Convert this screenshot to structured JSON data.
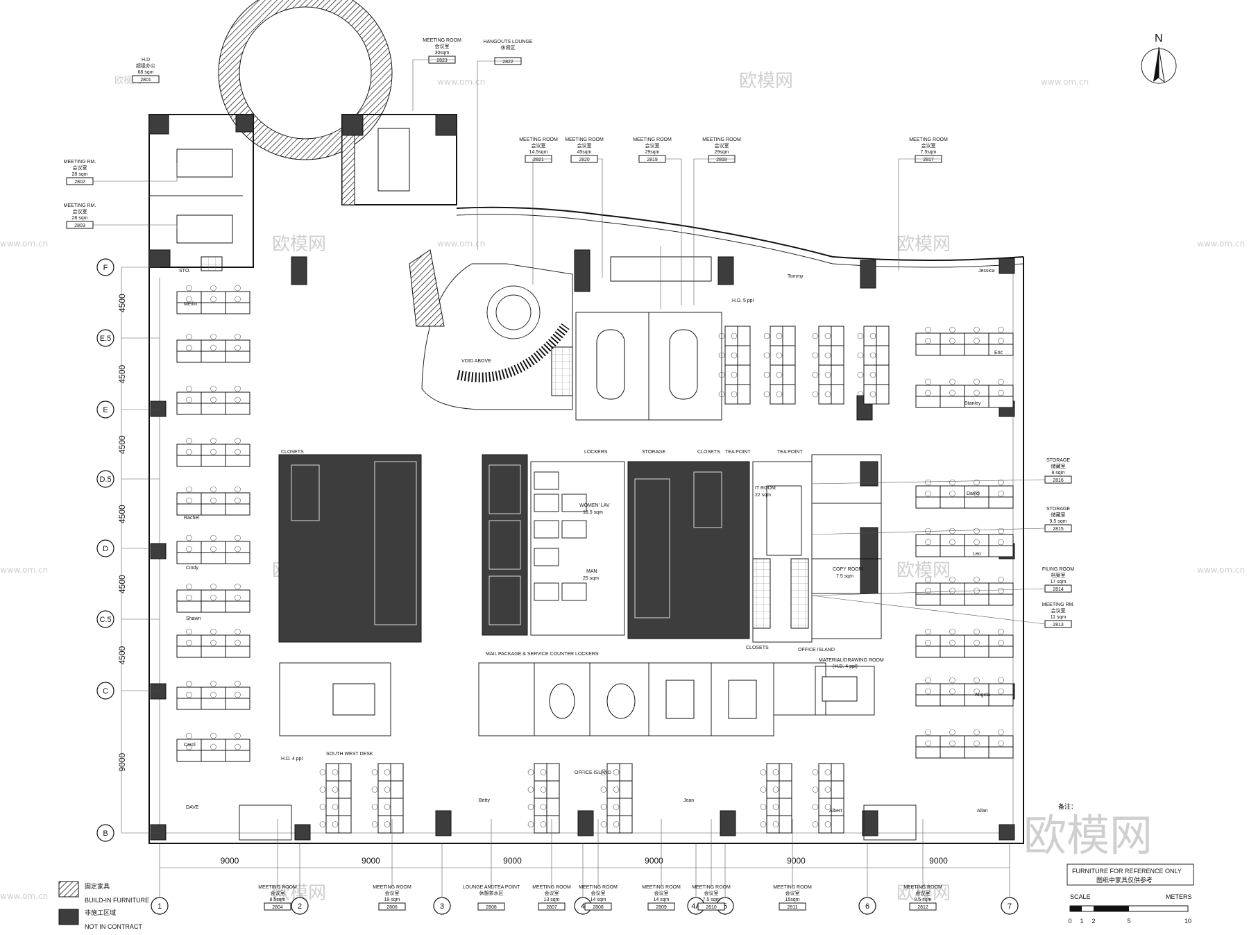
{
  "north": "N",
  "watermark_big": "欧模网",
  "watermark_small": "欧模网",
  "watermark_url": "www.om.cn",
  "grid_rows": [
    {
      "label": "F",
      "dim": "4500"
    },
    {
      "label": "E.5",
      "dim": "4500"
    },
    {
      "label": "E",
      "dim": "4500"
    },
    {
      "label": "D.5",
      "dim": "4500"
    },
    {
      "label": "D",
      "dim": "4500"
    },
    {
      "label": "C.5",
      "dim": "4500"
    },
    {
      "label": "C",
      "dim": "9000"
    },
    {
      "label": "B",
      "dim": ""
    }
  ],
  "grid_cols": [
    "1",
    "2",
    "3",
    "4",
    "4A",
    "5",
    "6",
    "7"
  ],
  "col_dims": [
    "9000",
    "9000",
    "9000",
    "9000",
    "9000",
    "9000"
  ],
  "rooms_top": [
    {
      "en": "H.D",
      "cn": "超级办公",
      "area": "68 sqm",
      "code": "2801"
    },
    {
      "en": "MEETING ROOM",
      "cn": "会议室",
      "area": "30sqm",
      "code": "2823"
    },
    {
      "en": "HANGOUTS LOUNGE",
      "cn": "休闲区",
      "area": "",
      "code": "2822"
    },
    {
      "en": "MEETING ROOM",
      "cn": "会议室",
      "area": "14.5sqm",
      "code": "2821"
    },
    {
      "en": "MEETING ROOM",
      "cn": "会议室",
      "area": "45sqm",
      "code": "2820"
    },
    {
      "en": "MEETING ROOM",
      "cn": "会议室",
      "area": "29sqm",
      "code": "2819"
    },
    {
      "en": "MEETING ROOM",
      "cn": "会议室",
      "area": "29sqm",
      "code": "2818"
    },
    {
      "en": "MEETING ROOM",
      "cn": "会议室",
      "area": "7.5sqm",
      "code": "2817"
    }
  ],
  "rooms_left": [
    {
      "en": "MEETING RM.",
      "cn": "会议室",
      "area": "28 sqm",
      "code": "2802"
    },
    {
      "en": "MEETING RM.",
      "cn": "会议室",
      "area": "28 sqm",
      "code": "2803"
    }
  ],
  "rooms_right": [
    {
      "en": "STORAGE",
      "cn": "储藏室",
      "area": "8 sqm",
      "code": "2816"
    },
    {
      "en": "STORAGE",
      "cn": "储藏室",
      "area": "9.5 sqm",
      "code": "2815"
    },
    {
      "en": "FILING ROOM",
      "cn": "档案室",
      "area": "17 sqm",
      "code": "2814"
    },
    {
      "en": "MEETING RM.",
      "cn": "会议室",
      "area": "11 sqm",
      "code": "2813"
    }
  ],
  "rooms_bottom": [
    {
      "en": "MEETING ROOM",
      "cn": "会议室",
      "area": "8.5sqm",
      "code": "2804"
    },
    {
      "en": "MEETING ROOM",
      "cn": "会议室",
      "area": "19 sqm",
      "code": "2806"
    },
    {
      "en": "LOUNGE ANDTEA POINT",
      "cn": "休憩茶水区",
      "area": "",
      "code": "2808"
    },
    {
      "en": "MEETING ROOM",
      "cn": "会议室",
      "area": "13 sqm",
      "code": "2807"
    },
    {
      "en": "MEETING ROOM",
      "cn": "会议室",
      "area": "14 sqm",
      "code": "2808"
    },
    {
      "en": "MEETING ROOM",
      "cn": "会议室",
      "area": "14 sqm",
      "code": "2809"
    },
    {
      "en": "MEETING ROOM",
      "cn": "会议室",
      "area": "7.5 sqm",
      "code": "2810"
    },
    {
      "en": "MEETING ROOM",
      "cn": "会议室",
      "area": "15sqm",
      "code": "2811"
    },
    {
      "en": "MEETING ROOM",
      "cn": "会议室",
      "area": "8.5 sqm",
      "code": "2812"
    }
  ],
  "inner_labels": {
    "void": "VOID ABOVE",
    "closets1": "CLOSETS",
    "closets2": "CLOSETS",
    "lockers": "LOCKERS",
    "storage": "STORAGE",
    "tea1": "TEA POINT",
    "tea2": "TEA POINT",
    "women": "WOMEN' LAV",
    "women_area": "18.5 sqm",
    "men": "MAN",
    "men_area": "25 sqm",
    "it": "IT ROOM",
    "it_area": "22 sqm",
    "copy": "COPY ROOM",
    "copy_area": "7.5 sqm",
    "mail": "MAIL PACKAGE & SERVICE COUNTER LOCKERS",
    "office_island": "OFFICE ISLAND",
    "material": "MATERIAL/DRAWING ROOM",
    "material_hd": "(H.D. 4 ppl)",
    "south_west": "SOUTH WEST DESK",
    "hd4": "H.D. 4 ppl",
    "hd5": "H.D. 5 ppl",
    "sto": "STO.",
    "closets3": "CLOSETS",
    "office_island2": "OFFICE ISLAND"
  },
  "names": [
    "Merlin",
    "Rachel",
    "Cindy",
    "Shawn",
    "Carol",
    "DAVE",
    "Betty",
    "Jean",
    "Albert",
    "Allan",
    "Tommy",
    "Jessica",
    "Eric",
    "Stanley",
    "David",
    "Leo",
    "Angela"
  ],
  "legend": [
    {
      "cn": "固定家具",
      "en": "BUILD-IN FURNITURE"
    },
    {
      "cn": "非施工区域",
      "en": "NOT IN CONTRACT"
    }
  ],
  "note_title": "备注：",
  "note_en": "FURNITURE FOR REFERENCE ONLY",
  "note_cn": "图纸中家具仅供参考",
  "scale_label": "SCALE",
  "scale_unit": "METERS",
  "scale_ticks": [
    "0",
    "1",
    "2",
    "5",
    "10"
  ]
}
